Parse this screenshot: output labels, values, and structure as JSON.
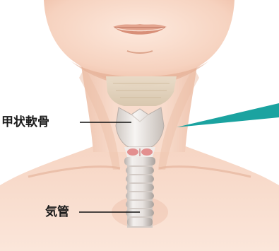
{
  "labels": {
    "thyroid_cartilage": "甲状軟骨",
    "trachea": "気管"
  },
  "colors": {
    "skin_light": "#fbe3d4",
    "skin_mid": "#f2c9b2",
    "skin_shadow": "#e4ad93",
    "cartilage": "#f1eeec",
    "cartilage_shade": "#c9c1bc",
    "mucosa": "#e58f8f",
    "pointer": "#1ba3a0",
    "leader_line": "#111111"
  },
  "icons": {
    "pointer": "teal-wedge-pointer"
  }
}
